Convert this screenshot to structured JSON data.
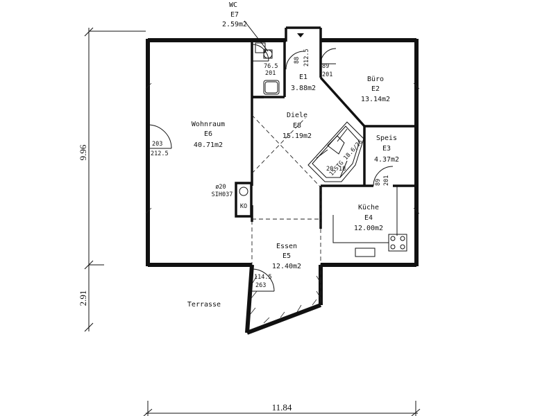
{
  "rooms": {
    "wc": {
      "name": "WC",
      "code": "E7",
      "area": "2.59m2"
    },
    "e1": {
      "code": "E1",
      "area": "3.88m2"
    },
    "buero": {
      "name": "Büro",
      "code": "E2",
      "area": "13.14m2"
    },
    "diele": {
      "name": "Diele",
      "code": "E8",
      "area": "15.19m2"
    },
    "wohnraum": {
      "name": "Wohnraum",
      "code": "E6",
      "area": "40.71m2"
    },
    "speis": {
      "name": "Speis",
      "code": "E3",
      "area": "4.37m2"
    },
    "kueche": {
      "name": "Küche",
      "code": "E4",
      "area": "12.00m2"
    },
    "essen": {
      "name": "Essen",
      "code": "E5",
      "area": "12.40m2"
    },
    "terrasse": {
      "name": "Terrasse"
    }
  },
  "annotations": {
    "wc_door_w": "76.5",
    "wc_door_h": "201",
    "e1_door_w": "88",
    "entry_door_h": "212.5",
    "buero_door_w": "89",
    "buero_door_h": "201",
    "wohn_door_w": "203",
    "wohn_door_h": "212.5",
    "speis_door_w": "89",
    "speis_door_h": "201",
    "essen_door_w": "114.5",
    "essen_door_h": "263",
    "stair": "15STG 18.6/26",
    "stair_a": "20",
    "stair_b": "18",
    "chimney_a": "ø20",
    "chimney_b": "SIH037",
    "chimney_label": "KO"
  },
  "dimensions": {
    "height_total": "9.96",
    "height_terrace": "2.91",
    "width_total": "11.84"
  }
}
